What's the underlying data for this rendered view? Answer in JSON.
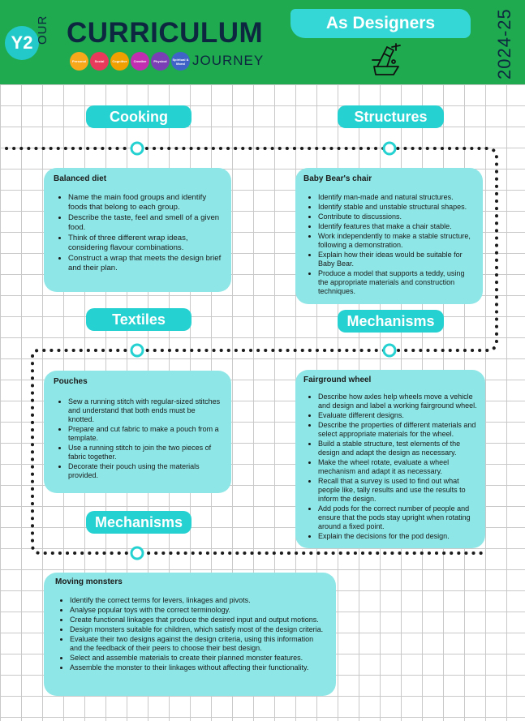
{
  "header": {
    "badge": "Y2",
    "our": "OUR",
    "curriculum": "CURRICULUM",
    "journey": "JOURNEY",
    "banner": "As Designers",
    "year": "2024-25",
    "chips": [
      {
        "label": "Personal",
        "color": "#f7a81b"
      },
      {
        "label": "Social",
        "color": "#e83a5a"
      },
      {
        "label": "Cognitive",
        "color": "#f0a000"
      },
      {
        "label": "Creative",
        "color": "#c12fb0"
      },
      {
        "label": "Physical",
        "color": "#7a3fb5"
      },
      {
        "label": "Spiritual & Moral",
        "color": "#3f63c7"
      }
    ],
    "icon": "designer-tools-icon"
  },
  "sections": {
    "cooking": {
      "label": "Cooking",
      "title": "Balanced diet",
      "items": [
        "Name the main food groups and identify foods that belong to each group.",
        "Describe the taste, feel and smell of a given food.",
        "Think of three different wrap ideas, considering flavour combinations.",
        "Construct a wrap that meets the design brief and their plan."
      ]
    },
    "structures": {
      "label": "Structures",
      "title": "Baby Bear's chair",
      "items": [
        "Identify man-made and natural structures.",
        "Identify stable and unstable structural shapes.",
        "Contribute to discussions.",
        "Identify features that make a chair stable.",
        "Work independently to make a stable structure, following a demonstration.",
        "Explain how their ideas would be suitable for Baby Bear.",
        "Produce a model that supports a teddy, using the appropriate materials and construction techniques."
      ]
    },
    "textiles": {
      "label": "Textiles",
      "title": "Pouches",
      "items": [
        "Sew a running stitch with regular-sized stitches and understand that both ends must be knotted.",
        "Prepare and cut fabric to make a pouch from a template.",
        "Use a running stitch to join the two pieces of fabric together.",
        "Decorate their pouch using the materials provided."
      ]
    },
    "mechanisms_wheel": {
      "label": "Mechanisms",
      "title": "Fairground wheel",
      "items": [
        "Describe how axles help wheels move a vehicle and design and label a working fairground wheel.",
        "Evaluate different designs.",
        "Describe the properties of different materials and select appropriate materials for the wheel.",
        "Build a stable structure, test elements of the design and adapt the design as necessary.",
        "Make the wheel rotate, evaluate a wheel mechanism and adapt it as necessary.",
        "Recall that a survey is used to find out what people like, tally results and use the results to inform the design.",
        "Add pods for the correct number of people and ensure that the pods stay upright when rotating around a fixed point.",
        "Explain the decisions for the pod design."
      ]
    },
    "mechanisms_monsters": {
      "label": "Mechanisms",
      "title": "Moving monsters",
      "items": [
        "Identify the correct terms for levers, linkages and pivots.",
        "Analyse popular toys with the correct terminology.",
        "Create functional linkages that produce the desired input and output motions.",
        "Design monsters suitable for children, which satisfy most of the design criteria.",
        "Evaluate their two designs against the design criteria, using this information and the feedback of their peers to choose their best design.",
        "Select and assemble materials to create their planned monster features.",
        "Assemble the monster to their linkages without affecting their functionality."
      ]
    }
  },
  "colors": {
    "header_green": "#1faa4f",
    "accent_teal": "#26d1d1",
    "card_teal": "#8fe6e6",
    "navy": "#0d2740"
  }
}
